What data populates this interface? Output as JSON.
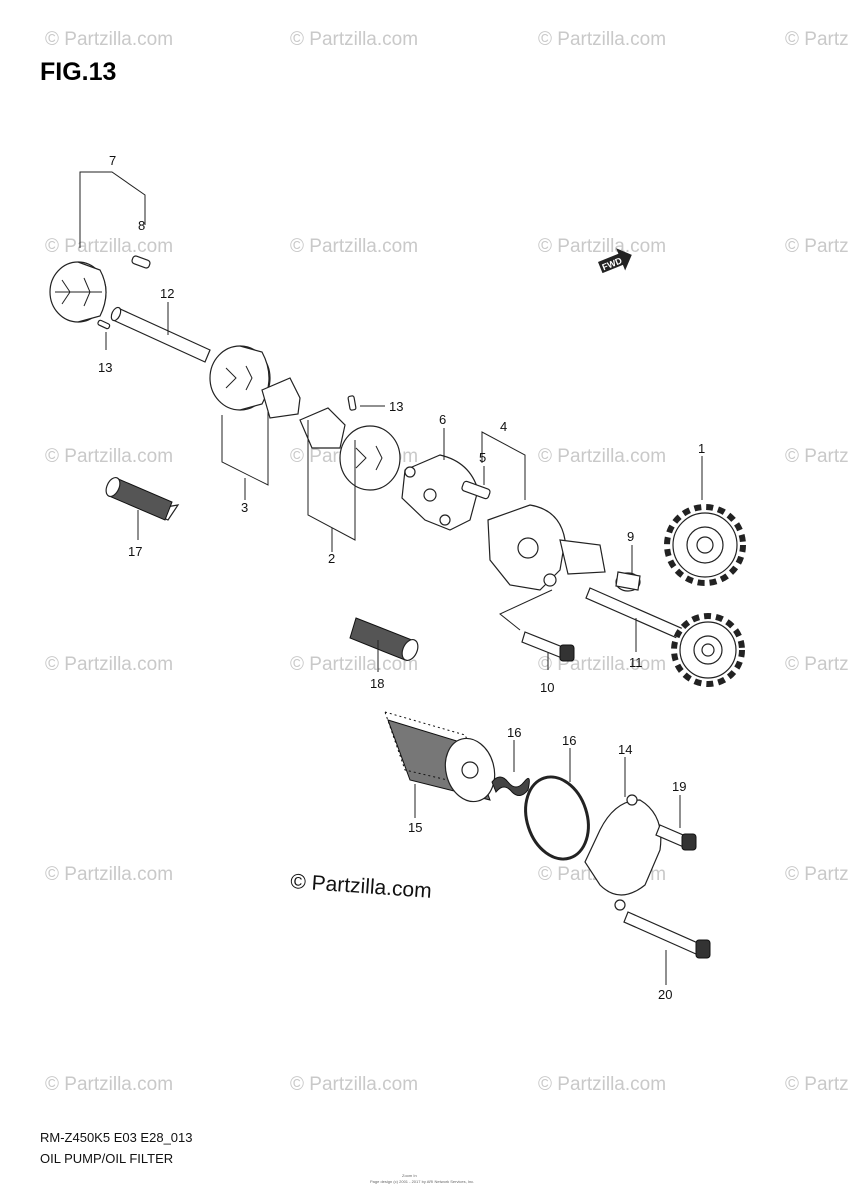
{
  "figure_title": "FIG.13",
  "model_code": "RM-Z450K5 E03 E28_013",
  "section_title": "OIL PUMP/OIL FILTER",
  "watermark_text": "© Partzilla.com",
  "copyright_mark": "© Partzilla.com",
  "fwd_label": "FWD",
  "page_footer_small": "Page design (c) 2001 - 2017 by ARI Network Services, Inc.",
  "page_footer_tiny": "Zoom In",
  "callouts": [
    {
      "id": "c1",
      "label": "1"
    },
    {
      "id": "c2",
      "label": "2"
    },
    {
      "id": "c3",
      "label": "3"
    },
    {
      "id": "c4",
      "label": "4"
    },
    {
      "id": "c5",
      "label": "5"
    },
    {
      "id": "c6",
      "label": "6"
    },
    {
      "id": "c7",
      "label": "7"
    },
    {
      "id": "c8",
      "label": "8"
    },
    {
      "id": "c9",
      "label": "9"
    },
    {
      "id": "c10",
      "label": "10"
    },
    {
      "id": "c11",
      "label": "11"
    },
    {
      "id": "c12",
      "label": "12"
    },
    {
      "id": "c13a",
      "label": "13"
    },
    {
      "id": "c13b",
      "label": "13"
    },
    {
      "id": "c14",
      "label": "14"
    },
    {
      "id": "c15",
      "label": "15"
    },
    {
      "id": "c16a",
      "label": "16"
    },
    {
      "id": "c16b",
      "label": "16"
    },
    {
      "id": "c17",
      "label": "17"
    },
    {
      "id": "c18",
      "label": "18"
    },
    {
      "id": "c19",
      "label": "19"
    },
    {
      "id": "c20",
      "label": "20"
    }
  ]
}
